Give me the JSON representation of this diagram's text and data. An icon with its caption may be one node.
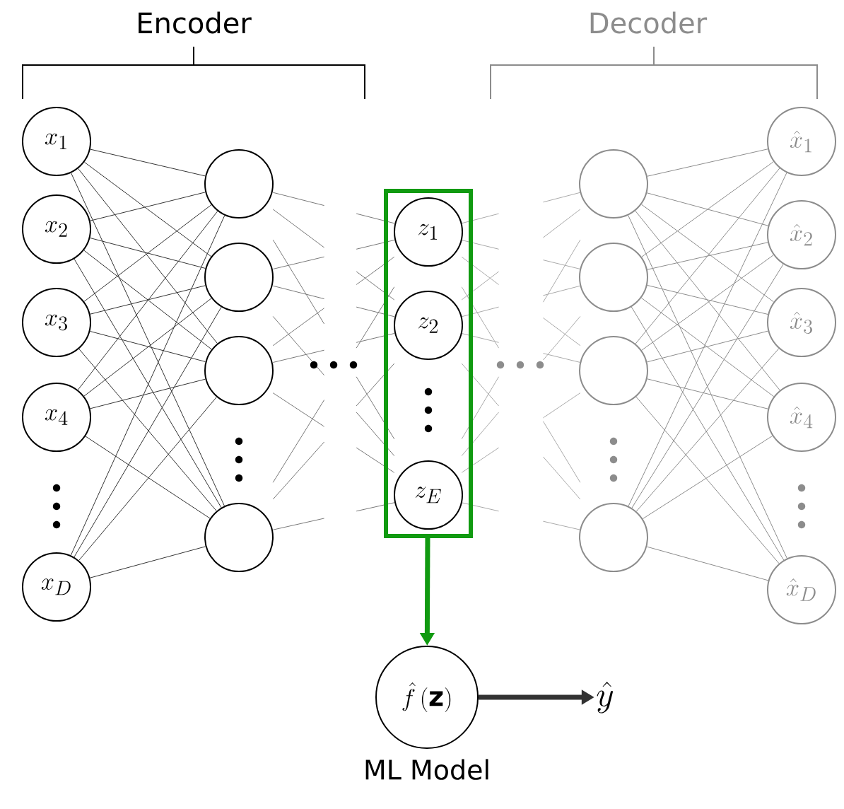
{
  "diagram": {
    "nodes": [
      {
        "text": [
          "x_1"
        ]
      },
      {
        "text": [
          "x_2"
        ]
      },
      {
        "text": [
          "x_3"
        ]
      },
      {
        "text": [
          "x_4"
        ]
      },
      {
        "text": [
          "x_D"
        ]
      },
      {
        "text": [],
        "shape": "circle"
      },
      {
        "text": [],
        "shape": "circle"
      },
      {
        "text": [],
        "shape": "circle"
      },
      {
        "text": [],
        "shape": "circle"
      },
      {
        "text": [],
        "shape": "box"
      },
      {
        "text": [
          "z_1"
        ],
        "in": 9
      },
      {
        "text": [
          "z_2"
        ],
        "in": 9
      },
      {
        "text": [
          "z_E"
        ],
        "in": 9
      },
      {
        "text": [],
        "shape": "circle"
      },
      {
        "text": [],
        "shape": "circle"
      },
      {
        "text": [],
        "shape": "circle"
      },
      {
        "text": [],
        "shape": "circle"
      },
      {
        "text": [
          "\\hat{x}_1"
        ]
      },
      {
        "text": [
          "\\hat{x}_2"
        ]
      },
      {
        "text": [
          "\\hat{x}_3"
        ]
      },
      {
        "text": [
          "\\hat{x}_4"
        ]
      },
      {
        "text": [
          "\\hat{x}_D"
        ]
      },
      {
        "text": [
          "\\hat{f}\\left(\\mathbf{z}\\right)"
        ],
        "beside": [
          "ML Model"
        ]
      },
      {
        "text": [
          "\\hat{y}"
        ]
      }
    ],
    "edges": [
      {
        "from": 0,
        "to": 5,
        "arrow": "none"
      },
      {
        "from": 0,
        "to": 6,
        "arrow": "none"
      },
      {
        "from": 0,
        "to": 7,
        "arrow": "none"
      },
      {
        "from": 0,
        "to": 8,
        "arrow": "none"
      },
      {
        "from": 1,
        "to": 5,
        "arrow": "none"
      },
      {
        "from": 1,
        "to": 6,
        "arrow": "none"
      },
      {
        "from": 1,
        "to": 7,
        "arrow": "none"
      },
      {
        "from": 1,
        "to": 8,
        "arrow": "none"
      },
      {
        "from": 2,
        "to": 5,
        "arrow": "none"
      },
      {
        "from": 2,
        "to": 6,
        "arrow": "none"
      },
      {
        "from": 2,
        "to": 7,
        "arrow": "none"
      },
      {
        "from": 2,
        "to": 8,
        "arrow": "none"
      },
      {
        "from": 3,
        "to": 5,
        "arrow": "none"
      },
      {
        "from": 3,
        "to": 6,
        "arrow": "none"
      },
      {
        "from": 3,
        "to": 7,
        "arrow": "none"
      },
      {
        "from": 3,
        "to": 8,
        "arrow": "none"
      },
      {
        "from": 4,
        "to": 5,
        "arrow": "none"
      },
      {
        "from": 4,
        "to": 6,
        "arrow": "none"
      },
      {
        "from": 4,
        "to": 7,
        "arrow": "none"
      },
      {
        "from": 4,
        "to": 8,
        "arrow": "none"
      },
      {
        "from": 13,
        "to": 17,
        "arrow": "none",
        "color": "#8c8c8c"
      },
      {
        "from": 13,
        "to": 18,
        "arrow": "none",
        "color": "#8c8c8c"
      },
      {
        "from": 13,
        "to": 19,
        "arrow": "none",
        "color": "#8c8c8c"
      },
      {
        "from": 13,
        "to": 20,
        "arrow": "none",
        "color": "#8c8c8c"
      },
      {
        "from": 13,
        "to": 21,
        "arrow": "none",
        "color": "#8c8c8c"
      },
      {
        "from": 14,
        "to": 17,
        "arrow": "none",
        "color": "#8c8c8c"
      },
      {
        "from": 14,
        "to": 18,
        "arrow": "none",
        "color": "#8c8c8c"
      },
      {
        "from": 14,
        "to": 19,
        "arrow": "none",
        "color": "#8c8c8c"
      },
      {
        "from": 14,
        "to": 20,
        "arrow": "none",
        "color": "#8c8c8c"
      },
      {
        "from": 14,
        "to": 21,
        "arrow": "none",
        "color": "#8c8c8c"
      },
      {
        "from": 15,
        "to": 17,
        "arrow": "none",
        "color": "#8c8c8c"
      },
      {
        "from": 15,
        "to": 18,
        "arrow": "none",
        "color": "#8c8c8c"
      },
      {
        "from": 15,
        "to": 19,
        "arrow": "none",
        "color": "#8c8c8c"
      },
      {
        "from": 15,
        "to": 20,
        "arrow": "none",
        "color": "#8c8c8c"
      },
      {
        "from": 15,
        "to": 21,
        "arrow": "none",
        "color": "#8c8c8c"
      },
      {
        "from": 16,
        "to": 17,
        "arrow": "none",
        "color": "#8c8c8c"
      },
      {
        "from": 16,
        "to": 18,
        "arrow": "none",
        "color": "#8c8c8c"
      },
      {
        "from": 16,
        "to": 19,
        "arrow": "none",
        "color": "#8c8c8c"
      },
      {
        "from": 16,
        "to": 20,
        "arrow": "none",
        "color": "#8c8c8c"
      },
      {
        "from": 16,
        "to": 21,
        "arrow": "none",
        "color": "#8c8c8c"
      },
      {
        "from": 9,
        "to": 22,
        "arrow": "to",
        "style": "thick",
        "color": "#119a11"
      },
      {
        "from": 22,
        "to": 23,
        "arrow": "to",
        "style": "thick"
      }
    ],
    "labels": [
      "Encoder",
      "Decoder"
    ]
  }
}
